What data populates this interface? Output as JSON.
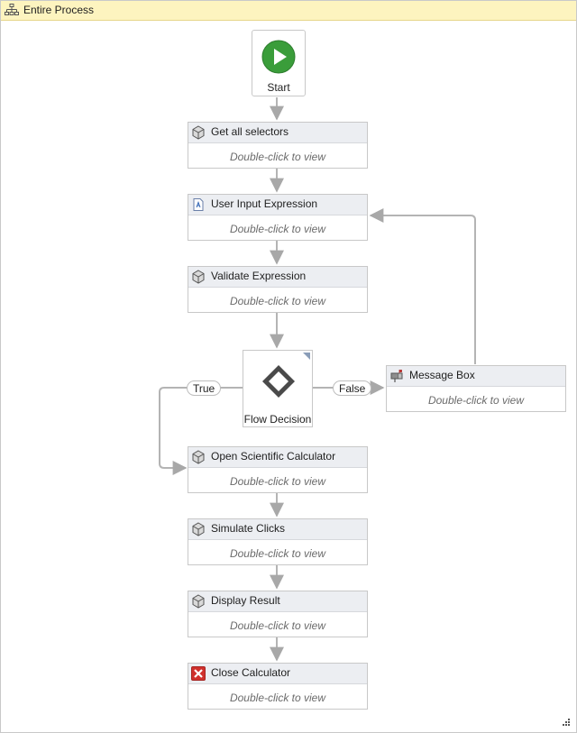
{
  "window": {
    "title": "Entire Process",
    "title_icon": "flowchart-icon"
  },
  "start": {
    "label": "Start",
    "icon": "play-icon"
  },
  "activities": [
    {
      "title": "Get all selectors",
      "hint": "Double-click to view",
      "icon": "sequence-icon"
    },
    {
      "title": "User Input Expression",
      "hint": "Double-click to view",
      "icon": "input-dialog-icon"
    },
    {
      "title": "Validate Expression",
      "hint": "Double-click to view",
      "icon": "sequence-icon"
    },
    {
      "title": "Open Scientific Calculator",
      "hint": "Double-click to view",
      "icon": "sequence-icon"
    },
    {
      "title": "Simulate Clicks",
      "hint": "Double-click to view",
      "icon": "sequence-icon"
    },
    {
      "title": "Display Result",
      "hint": "Double-click to view",
      "icon": "sequence-icon"
    },
    {
      "title": "Close Calculator",
      "hint": "Double-click to view",
      "icon": "close-red-icon"
    }
  ],
  "decision": {
    "label": "Flow Decision",
    "icon": "diamond-icon",
    "true_label": "True",
    "false_label": "False"
  },
  "message_box": {
    "title": "Message Box",
    "hint": "Double-click to view",
    "icon": "message-box-icon"
  },
  "colors": {
    "title_bar": "#fdf4bf",
    "activity_header": "#eceef2",
    "connector": "#b0b0b0",
    "start_green": "#3a9d3a",
    "close_red": "#d0312d"
  }
}
